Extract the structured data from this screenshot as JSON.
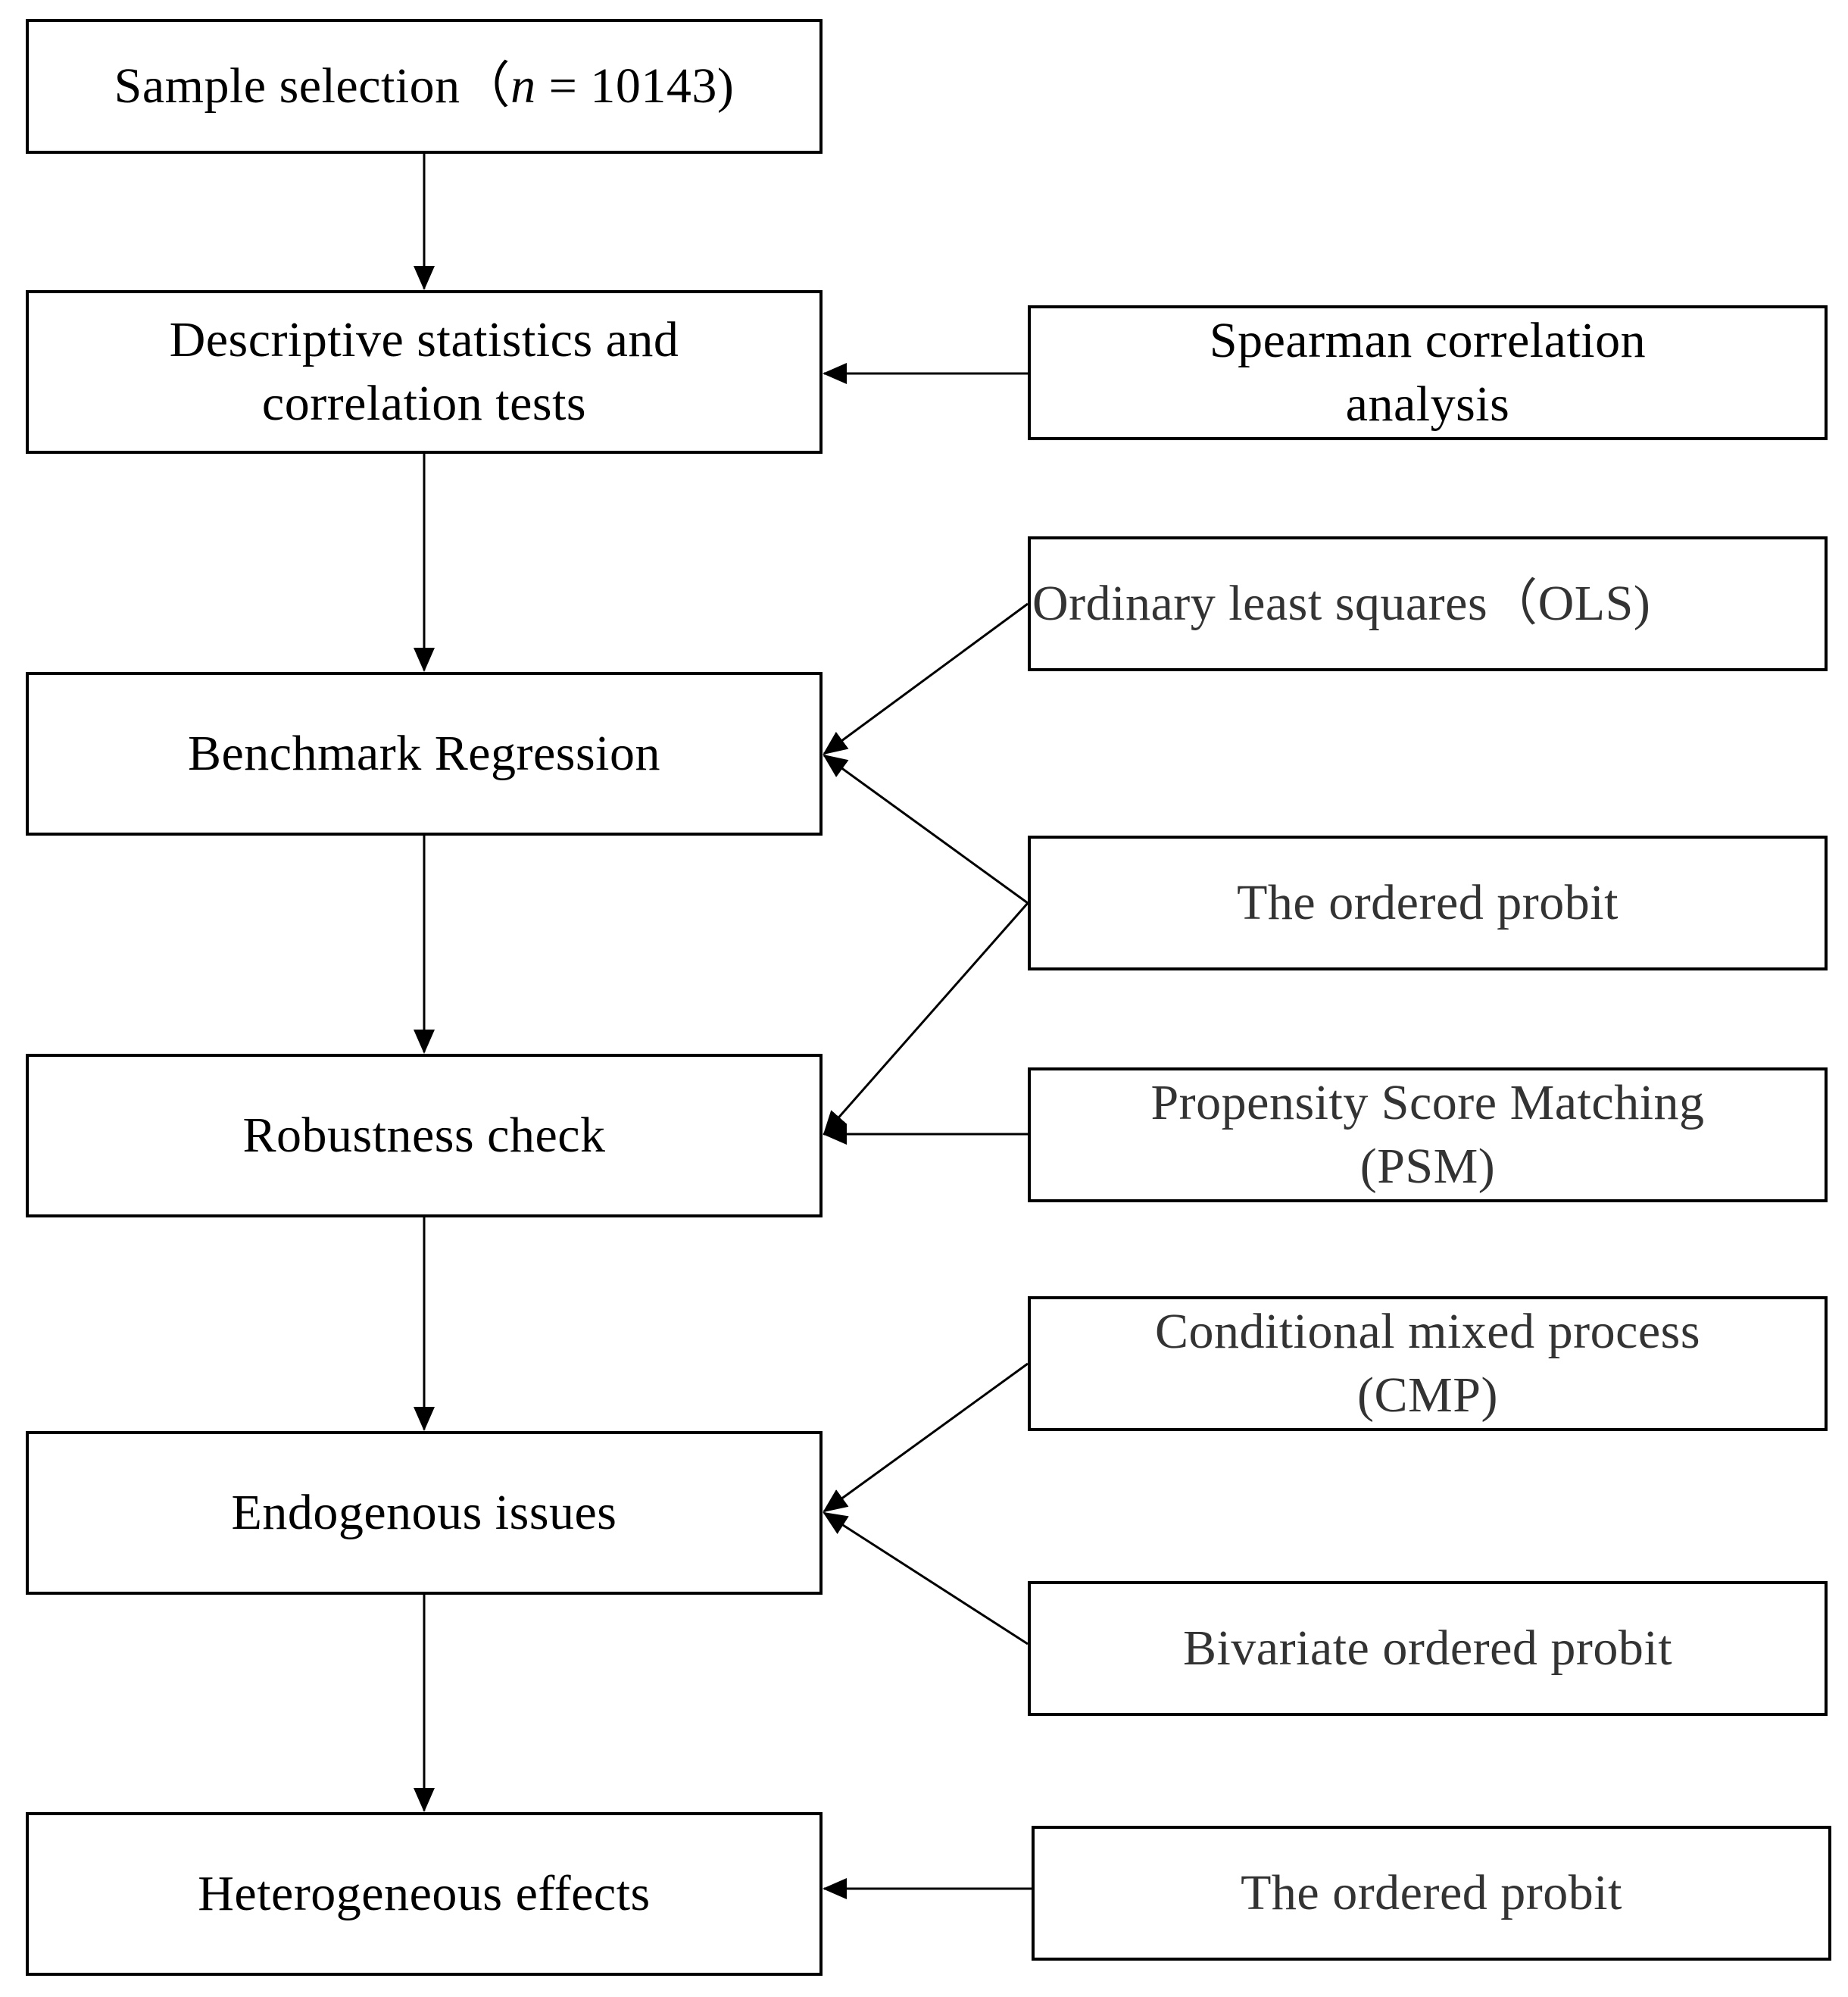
{
  "main_steps": {
    "sample": {
      "label": "Sample selection（",
      "n_symbol": "n",
      "n_value": " = 10143)"
    },
    "descriptive": {
      "line1": "Descriptive statistics and",
      "line2": "correlation tests"
    },
    "benchmark": "Benchmark Regression",
    "robustness": "Robustness check",
    "endogenous": "Endogenous issues",
    "heterogeneous": "Heterogeneous effects"
  },
  "methods": {
    "spearman": {
      "line1": "Spearman correlation",
      "line2": "analysis"
    },
    "ols": "Ordinary least squares（OLS)",
    "ordered_probit_1": "The ordered probit",
    "psm": {
      "line1": "Propensity Score Matching",
      "line2": "(PSM)"
    },
    "cmp": {
      "line1": "Conditional mixed process",
      "line2": "(CMP)"
    },
    "bivariate": "Bivariate ordered probit",
    "ordered_probit_2": "The ordered probit"
  },
  "colors": {
    "line": "#000000",
    "box_border": "#000000",
    "background": "#ffffff"
  }
}
